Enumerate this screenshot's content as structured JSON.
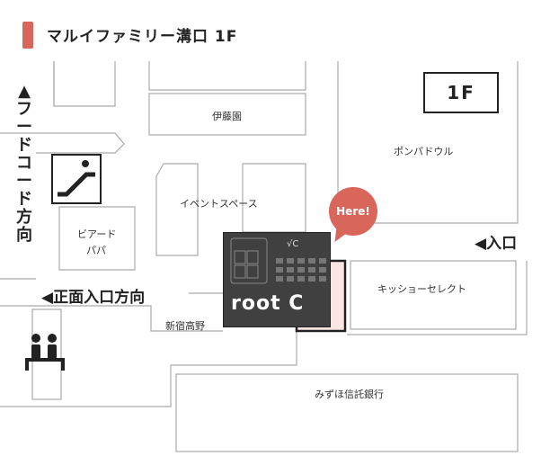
{
  "header": {
    "title": "マルイファミリー溝口 1F"
  },
  "floor_badge": "1F",
  "here_pin": "Here!",
  "shop": {
    "name": "root C",
    "logo": "√C"
  },
  "labels": {
    "ito_en": "伊藤園",
    "pompadour": "ポンパドウル",
    "event_space": "イベントスペース",
    "beard_papa_1": "ビアード",
    "beard_papa_2": "パパ",
    "kisshou_select": "キッショーセレクト",
    "shinjuku_takano": "新宿高野",
    "mizuho_bank": "みずほ信託銀行"
  },
  "nav": {
    "food_court_arrow": "▲",
    "food_court_chars": [
      "フ",
      "ー",
      "ド",
      "コ",
      "ー",
      "ド",
      "方",
      "向"
    ],
    "entrance_right": "◀入口",
    "front_entrance": "◀正面入口方向"
  },
  "icons": [
    "escalator-icon",
    "restroom-icon"
  ]
}
